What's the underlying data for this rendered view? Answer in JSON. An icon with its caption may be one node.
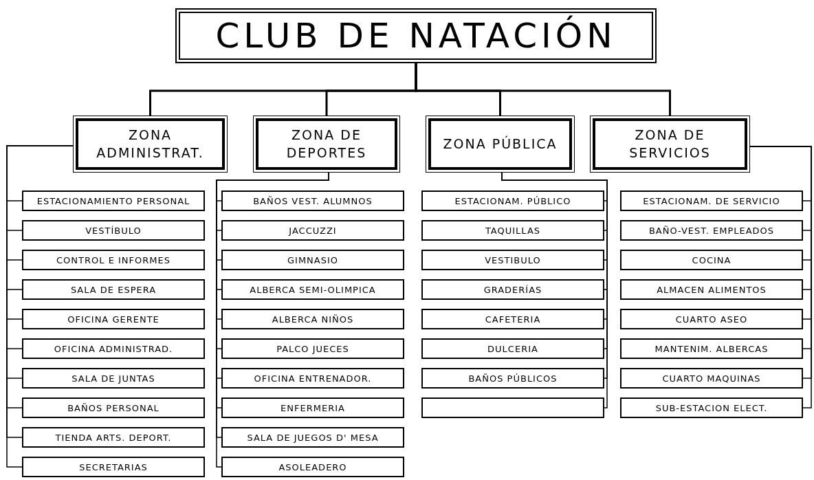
{
  "diagram": {
    "nodes": [
      {
        "text": [
          "CLUB DE NATACIÓN"
        ]
      },
      {
        "text": [
          "ZONA ADMINISTRAT."
        ]
      },
      {
        "text": [
          "ZONA DE DEPORTES"
        ]
      },
      {
        "text": [
          "ZONA PÚBLICA"
        ]
      },
      {
        "text": [
          "ZONA DE SERVICIOS"
        ]
      },
      {
        "text": [
          "ESTACIONAMIENTO PERSONAL"
        ]
      },
      {
        "text": [
          "VESTÍBULO"
        ]
      },
      {
        "text": [
          "CONTROL E INFORMES"
        ]
      },
      {
        "text": [
          "SALA DE ESPERA"
        ]
      },
      {
        "text": [
          "OFICINA GERENTE"
        ]
      },
      {
        "text": [
          "OFICINA ADMINISTRAD."
        ]
      },
      {
        "text": [
          "SALA DE JUNTAS"
        ]
      },
      {
        "text": [
          "BAÑOS PERSONAL"
        ]
      },
      {
        "text": [
          "TIENDA ARTS. DEPORT."
        ]
      },
      {
        "text": [
          "SECRETARIAS"
        ]
      },
      {
        "text": [
          "BAÑOS VEST. ALUMNOS"
        ]
      },
      {
        "text": [
          "JACCUZZI"
        ]
      },
      {
        "text": [
          "GIMNASIO"
        ]
      },
      {
        "text": [
          "ALBERCA SEMI-OLIMPICA"
        ]
      },
      {
        "text": [
          "ALBERCA NIÑOS"
        ]
      },
      {
        "text": [
          "PALCO JUECES"
        ]
      },
      {
        "text": [
          "OFICINA ENTRENADOR."
        ]
      },
      {
        "text": [
          "ENFERMERIA"
        ]
      },
      {
        "text": [
          "SALA DE JUEGOS D' MESA"
        ]
      },
      {
        "text": [
          "ASOLEADERO"
        ]
      },
      {
        "text": [
          "ESTACIONAM. PÚBLICO"
        ]
      },
      {
        "text": [
          "TAQUILLAS"
        ]
      },
      {
        "text": [
          "VESTIBULO"
        ]
      },
      {
        "text": [
          "GRADERÍAS"
        ]
      },
      {
        "text": [
          "CAFETERIA"
        ]
      },
      {
        "text": [
          "DULCERIA"
        ]
      },
      {
        "text": [
          "BAÑOS PÚBLICOS"
        ]
      },
      {
        "text": [],
        "shape": "box"
      },
      {
        "text": [
          "ESTACIONAM. DE SERVICIO"
        ]
      },
      {
        "text": [
          "BAÑO-VEST. EMPLEADOS"
        ]
      },
      {
        "text": [
          "COCINA"
        ]
      },
      {
        "text": [
          "ALMACEN ALIMENTOS"
        ]
      },
      {
        "text": [
          "CUARTO ASEO"
        ]
      },
      {
        "text": [
          "MANTENIM. ALBERCAS"
        ]
      },
      {
        "text": [
          "CUARTO MAQUINAS"
        ]
      },
      {
        "text": [
          "SUB-ESTACION ELECT."
        ]
      }
    ],
    "edges": [
      {
        "from": 0,
        "to": 1,
        "arrow": "none"
      },
      {
        "from": 0,
        "to": 2,
        "arrow": "none"
      },
      {
        "from": 0,
        "to": 3,
        "arrow": "none"
      },
      {
        "from": 0,
        "to": 4,
        "arrow": "none"
      },
      {
        "from": 1,
        "to": 5,
        "arrow": "none"
      },
      {
        "from": 1,
        "to": 6,
        "arrow": "none"
      },
      {
        "from": 1,
        "to": 7,
        "arrow": "none"
      },
      {
        "from": 1,
        "to": 8,
        "arrow": "none"
      },
      {
        "from": 1,
        "to": 9,
        "arrow": "none"
      },
      {
        "from": 1,
        "to": 10,
        "arrow": "none"
      },
      {
        "from": 1,
        "to": 11,
        "arrow": "none"
      },
      {
        "from": 1,
        "to": 12,
        "arrow": "none"
      },
      {
        "from": 1,
        "to": 13,
        "arrow": "none"
      },
      {
        "from": 1,
        "to": 14,
        "arrow": "none"
      },
      {
        "from": 2,
        "to": 15,
        "arrow": "none"
      },
      {
        "from": 2,
        "to": 16,
        "arrow": "none"
      },
      {
        "from": 2,
        "to": 17,
        "arrow": "none"
      },
      {
        "from": 2,
        "to": 18,
        "arrow": "none"
      },
      {
        "from": 2,
        "to": 19,
        "arrow": "none"
      },
      {
        "from": 2,
        "to": 20,
        "arrow": "none"
      },
      {
        "from": 2,
        "to": 21,
        "arrow": "none"
      },
      {
        "from": 2,
        "to": 22,
        "arrow": "none"
      },
      {
        "from": 2,
        "to": 23,
        "arrow": "none"
      },
      {
        "from": 2,
        "to": 24,
        "arrow": "none"
      },
      {
        "from": 3,
        "to": 25,
        "arrow": "none"
      },
      {
        "from": 3,
        "to": 26,
        "arrow": "none"
      },
      {
        "from": 3,
        "to": 27,
        "arrow": "none"
      },
      {
        "from": 3,
        "to": 28,
        "arrow": "none"
      },
      {
        "from": 3,
        "to": 29,
        "arrow": "none"
      },
      {
        "from": 3,
        "to": 30,
        "arrow": "none"
      },
      {
        "from": 3,
        "to": 31,
        "arrow": "none"
      },
      {
        "from": 3,
        "to": 32,
        "arrow": "none"
      },
      {
        "from": 4,
        "to": 33,
        "arrow": "none"
      },
      {
        "from": 4,
        "to": 34,
        "arrow": "none"
      },
      {
        "from": 4,
        "to": 35,
        "arrow": "none"
      },
      {
        "from": 4,
        "to": 36,
        "arrow": "none"
      },
      {
        "from": 4,
        "to": 37,
        "arrow": "none"
      },
      {
        "from": 4,
        "to": 38,
        "arrow": "none"
      },
      {
        "from": 4,
        "to": 39,
        "arrow": "none"
      },
      {
        "from": 4,
        "to": 40,
        "arrow": "none"
      }
    ]
  }
}
